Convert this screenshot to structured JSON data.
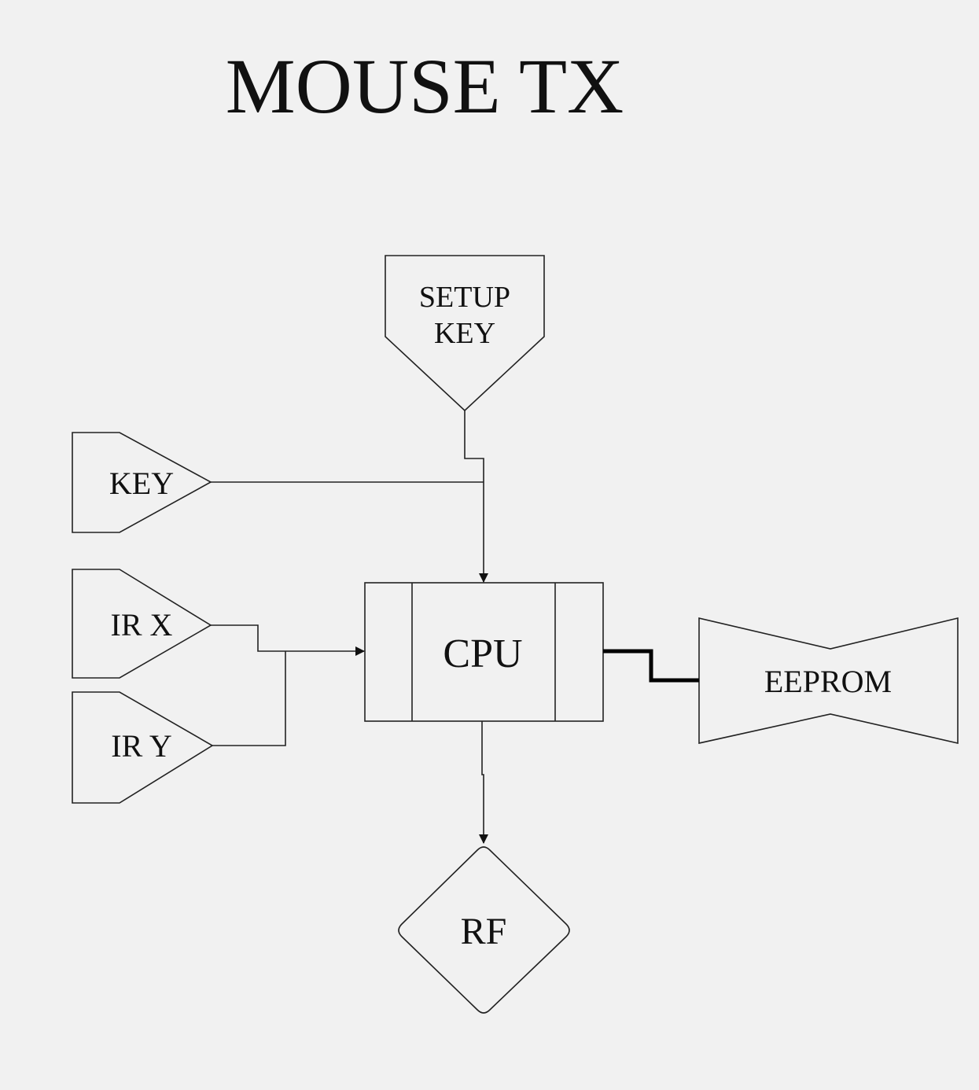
{
  "title": "MOUSE TX",
  "blocks": {
    "setup_key": [
      "SETUP",
      "KEY"
    ],
    "key": "KEY",
    "ir_x": "IR X",
    "ir_y": "IR Y",
    "cpu": "CPU",
    "eeprom": "EEPROM",
    "rf": "RF"
  }
}
